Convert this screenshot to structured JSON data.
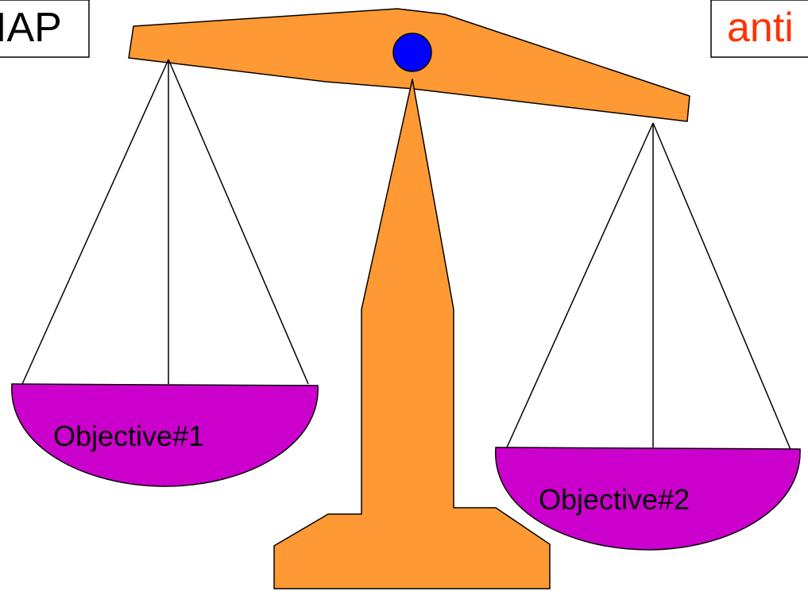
{
  "diagram": {
    "left_box_label": "IAP",
    "right_box_label": "anti",
    "left_pan_label": "Objective#1",
    "right_pan_label": "Objective#2"
  },
  "colors": {
    "beam_fill": "#FF9933",
    "pivot_fill": "#0000FF",
    "pan_fill": "#CC00CC",
    "right_box_text": "#FF3300",
    "outline": "#000000"
  }
}
